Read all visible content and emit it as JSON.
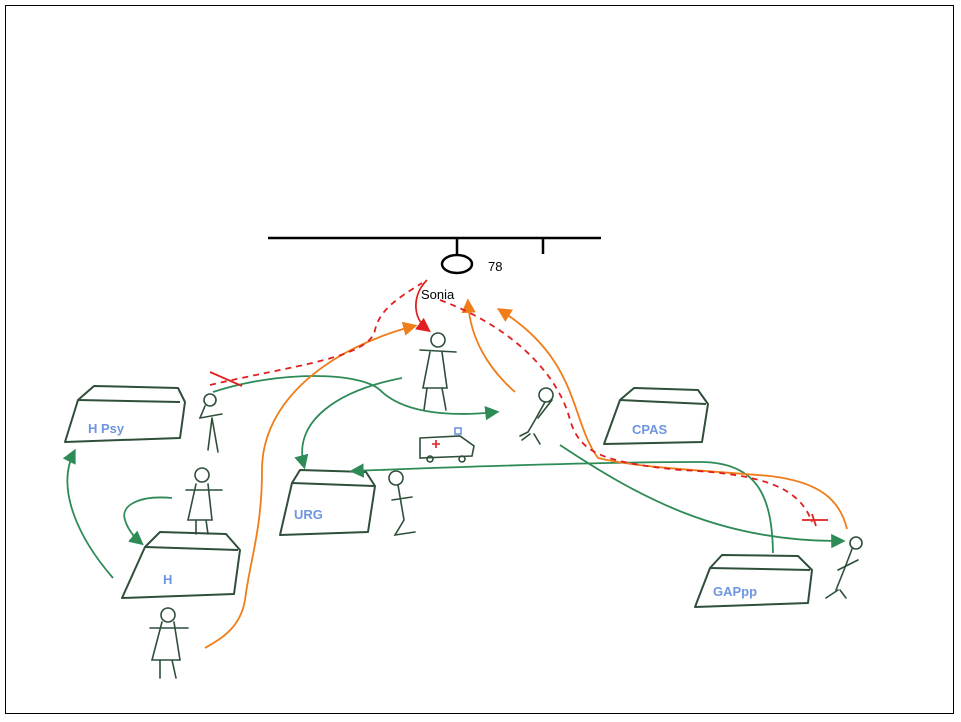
{
  "diagram": {
    "person": {
      "name": "Sonia",
      "age": "78"
    },
    "places": {
      "h_psy": "H Psy",
      "cpas": "CPAS",
      "urg": "URG",
      "h": "H",
      "gappp": "GAPpp"
    },
    "colors": {
      "green": "#2e8b57",
      "orange": "#f07d1a",
      "red": "#e02020",
      "blue_label": "#6d95e0",
      "sketch": "#2f4f3a"
    }
  }
}
